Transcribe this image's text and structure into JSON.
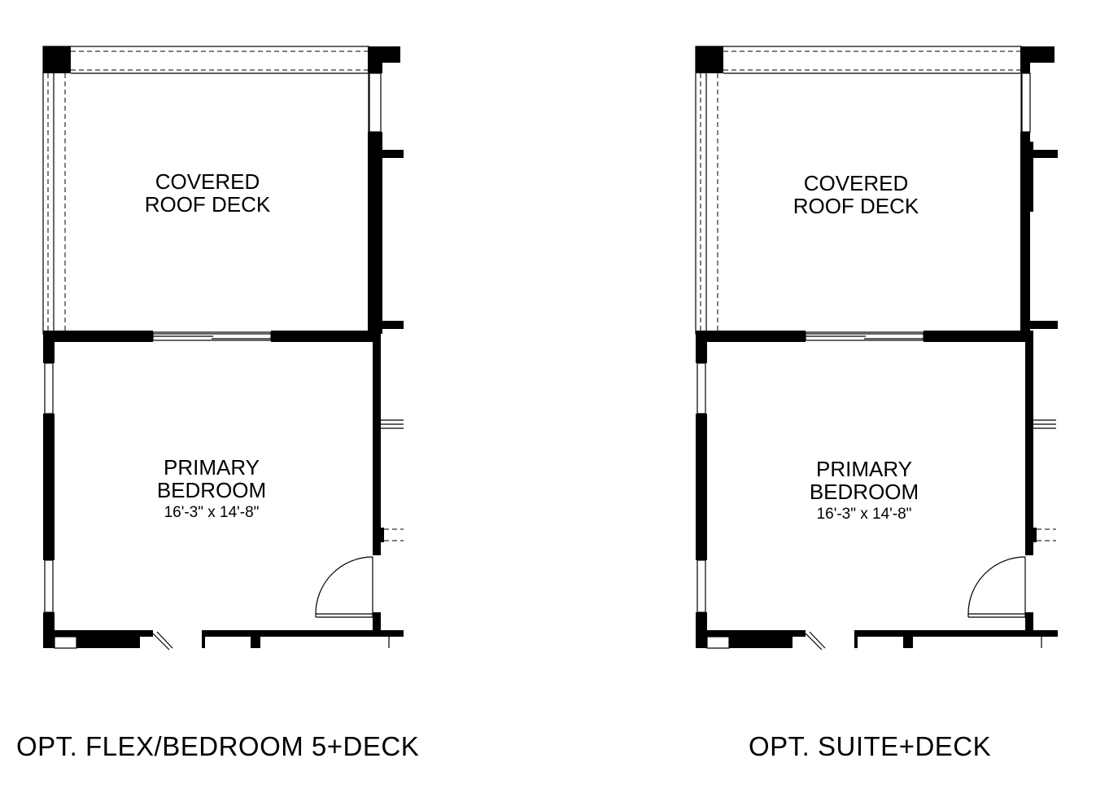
{
  "plans": [
    {
      "covered_deck": {
        "line1": "COVERED",
        "line2": "ROOF DECK"
      },
      "bedroom": {
        "line1": "PRIMARY",
        "line2": "BEDROOM",
        "dimensions": "16'-3\" x 14'-8\""
      },
      "caption": "OPT. FLEX/BEDROOM 5+DECK"
    },
    {
      "covered_deck": {
        "line1": "COVERED",
        "line2": "ROOF DECK"
      },
      "bedroom": {
        "line1": "PRIMARY",
        "line2": "BEDROOM",
        "dimensions": "16'-3\" x 14'-8\""
      },
      "caption": "OPT. SUITE+DECK"
    }
  ]
}
